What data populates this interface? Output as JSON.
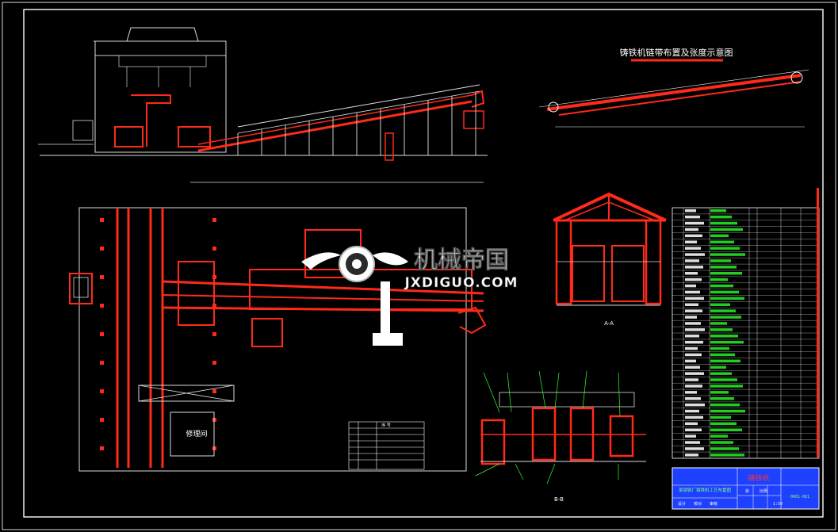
{
  "drawing": {
    "schematic_title": "铸铁机链带布置及张度示意图",
    "side_room_label": "修理间",
    "section_a_label": "A-A",
    "section_b_label": "B-B",
    "table_title_mark": "序 号"
  },
  "watermark": {
    "brand_cn": "机械帝国",
    "brand_url": "JXDIGUO.COM"
  },
  "title_block": {
    "main_title": "铸铁机",
    "project_line": "某钢铁厂铸铁机工艺布置图",
    "label_design": "设计",
    "label_check": "校对",
    "label_approve": "审核",
    "label_scale": "比例",
    "label_sheet": "张",
    "scale_value": "1:50",
    "drawing_no": "0001-001"
  },
  "colors": {
    "background": "#000000",
    "frame": "#ffffff",
    "part_red": "#ff2a1a",
    "leader_green": "#33ff33",
    "title_blue": "#1e40ff"
  }
}
